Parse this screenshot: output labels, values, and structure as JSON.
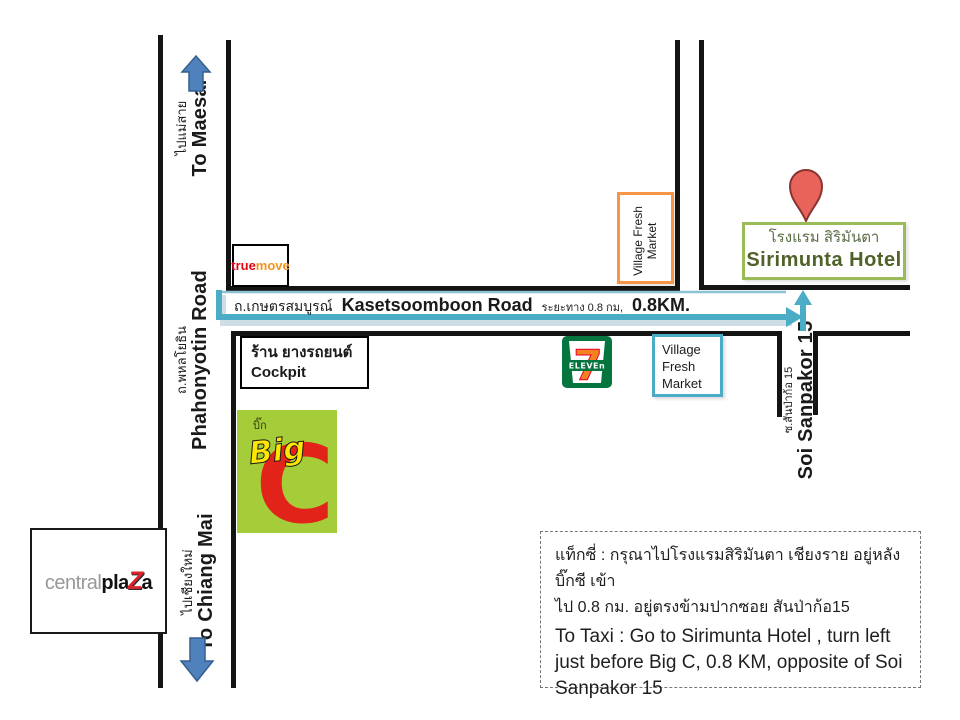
{
  "roads": {
    "phahonyotin": {
      "thai": "ถ.พหลโยธิน",
      "english": "Phahonyotin Road"
    },
    "kasetsoomboon": {
      "thai": "ถ.เกษตรสมบูรณ์",
      "english": "Kasetsoomboon Road",
      "distance_thai": "ระยะทาง 0.8 กม,",
      "distance_english": "0.8KM."
    },
    "soi_sanpakor": {
      "thai": "ซ.สันป่าก้อ 15",
      "english": "Soi Sanpakor 15"
    }
  },
  "directions": {
    "north": {
      "thai": "ไปแม่สาย",
      "english": "To Maesai"
    },
    "south": {
      "thai": "ไปเชียงใหม่",
      "english": "To Chiang Mai"
    }
  },
  "landmarks": {
    "truemove": {
      "part1": "true",
      "part2": "move"
    },
    "cockpit": {
      "thai": "ร้าน ยางรถยนต์",
      "english": "Cockpit"
    },
    "big_c": {
      "thai": "บิ๊ก",
      "word": "Big",
      "letter": "C"
    },
    "seven_eleven": {
      "digit": "7",
      "word": "ELEVEn"
    },
    "village_fresh_market_vertical": {
      "line1": "Village Fresh",
      "line2": "Market"
    },
    "village_fresh_market": {
      "line1": "Village",
      "line2": "Fresh",
      "line3": "Market"
    },
    "central_plaza": {
      "part1": "central",
      "part2": "pla",
      "part3": "Z",
      "part4": "a"
    },
    "hotel": {
      "thai": "โรงแรม สิริมันตา",
      "english": "Sirimunta Hotel"
    }
  },
  "note": {
    "thai_line1": "แท็กซี่ : กรุณาไปโรงแรมสิริมันตา  เชียงราย  อยู่หลังบิ๊กซี  เข้า",
    "thai_line2": "ไป 0.8 กม. อยู่ตรงข้ามปากซอย  สันป่าก้อ15",
    "english_line1": "To Taxi : Go to Sirimunta Hotel , turn left",
    "english_line2": "just before  Big C, 0.8 KM, opposite of Soi",
    "english_line3": "Sanpakor 15"
  },
  "colors": {
    "route_arrow": "#4BACC6",
    "direction_arrow": "#4F81BD",
    "hotel_box_border": "#9BBB59",
    "hotel_text": "#4F6228",
    "orange_box_border": "#F79646",
    "blue_box_border": "#4BACC6",
    "pin_red": "#E8635A",
    "big_c_green": "#A5CD39",
    "big_c_red": "#E2231A",
    "big_c_yellow": "#FFE600",
    "seven_eleven_green": "#057540",
    "seven_eleven_orange": "#F58220",
    "truemove_red": "#E30613",
    "truemove_orange": "#F7941D",
    "central_plaza_red": "#D8232A"
  }
}
